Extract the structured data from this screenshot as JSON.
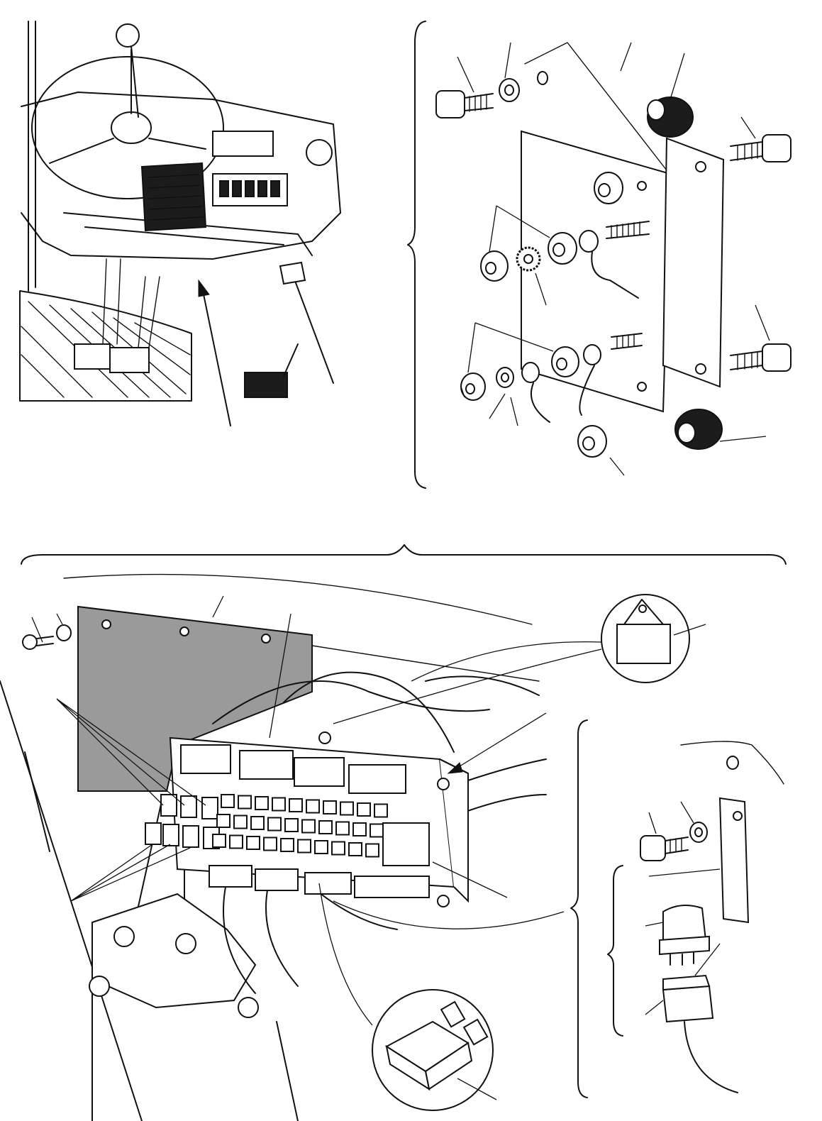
{
  "figure": {
    "colors": {
      "ink": "#111111",
      "paper": "#ffffff",
      "panel_fill": "#9a9a9a",
      "grommet_fill": "#1c1c1c"
    },
    "panels": [
      {
        "id": "cab-overview",
        "description_icon": "steering-wheel-icon"
      },
      {
        "id": "mounting-plate-exploded",
        "description_icon": "bolt-icon"
      },
      {
        "id": "fuse-relay-box",
        "description_icon": "fuse-box-icon"
      },
      {
        "id": "relay-bracket",
        "description_icon": "relay-icon"
      }
    ],
    "relay_grid": {
      "rows": 3,
      "cols": 10
    }
  }
}
